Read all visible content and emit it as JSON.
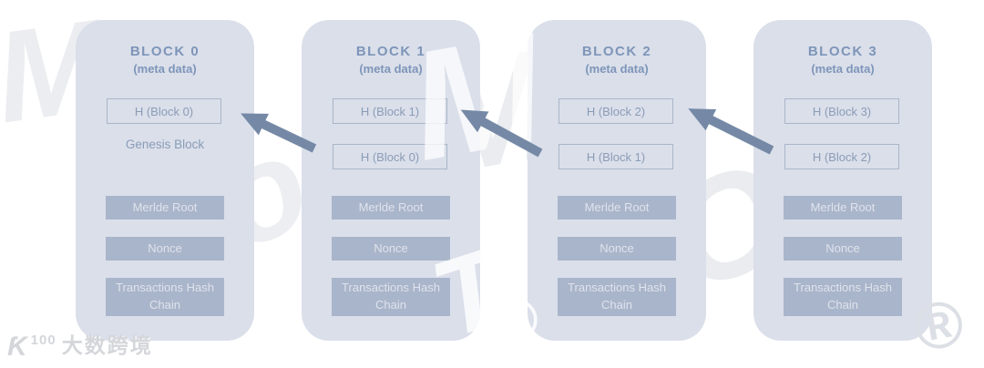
{
  "diagram": {
    "blocks": [
      {
        "title": "BLOCK 0",
        "meta": "(meta data)",
        "self_hash": "H (Block 0)",
        "note": "Genesis Block",
        "merkle_label": "Merlde Root",
        "nonce_label": "Nonce",
        "tx_label": "Transactions Hash Chain"
      },
      {
        "title": "BLOCK 1",
        "meta": "(meta data)",
        "self_hash": "H (Block 1)",
        "prev_hash": "H (Block 0)",
        "merkle_label": "Merlde Root",
        "nonce_label": "Nonce",
        "tx_label": "Transactions Hash Chain"
      },
      {
        "title": "BLOCK 2",
        "meta": "(meta data)",
        "self_hash": "H (Block 2)",
        "prev_hash": "H (Block 1)",
        "merkle_label": "Merlde Root",
        "nonce_label": "Nonce",
        "tx_label": "Transactions Hash Chain"
      },
      {
        "title": "BLOCK 3",
        "meta": "(meta data)",
        "self_hash": "H (Block 3)",
        "prev_hash": "H (Block 2)",
        "merkle_label": "Merlde Root",
        "nonce_label": "Nonce",
        "tx_label": "Transactions Hash Chain"
      }
    ],
    "colors": {
      "block_fill": "#dadfea",
      "title_text": "#7e95b9",
      "box_border": "#aab6c9",
      "box_text": "#8b9cb6",
      "button_fill": "#a9b5ca",
      "button_text": "#dfe3ed",
      "arrow": "#7589a6"
    }
  },
  "watermark": {
    "brand_text": "大数跨境",
    "brand_logo_glyph": "Ƙ",
    "brand_logo_text": "100",
    "letters": {
      "m1": "M",
      "og": "og",
      "m2": "M",
      "os": "OS",
      "t": "T",
      "r1": "®",
      "r2": "®"
    }
  }
}
